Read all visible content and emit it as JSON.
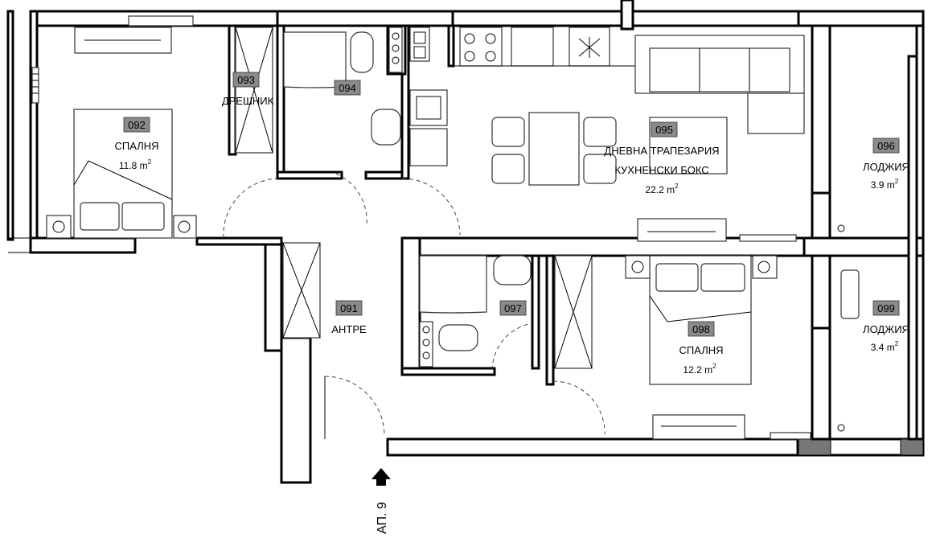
{
  "entry_label": "АП. 9",
  "rooms": [
    {
      "id": "092",
      "name": "СПАЛНЯ",
      "area": "11.8",
      "unit": "m",
      "unit_sup": "2"
    },
    {
      "id": "093",
      "name": "ДРЕШНИК"
    },
    {
      "id": "094"
    },
    {
      "id": "095",
      "name": "ДНЕВНА ТРАПЕЗАРИЯ",
      "name2": "КУХНЕНСКИ БОКС",
      "area": "22.2",
      "unit": "m",
      "unit_sup": "2"
    },
    {
      "id": "096",
      "name": "ЛОДЖИЯ",
      "area": "3.9",
      "unit": "m",
      "unit_sup": "2"
    },
    {
      "id": "091",
      "name": "АНТРЕ"
    },
    {
      "id": "097"
    },
    {
      "id": "098",
      "name": "СПАЛНЯ",
      "area": "12.2",
      "unit": "m",
      "unit_sup": "2"
    },
    {
      "id": "099",
      "name": "ЛОДЖИЯ",
      "area": "3.4",
      "unit": "m",
      "unit_sup": "2"
    }
  ]
}
